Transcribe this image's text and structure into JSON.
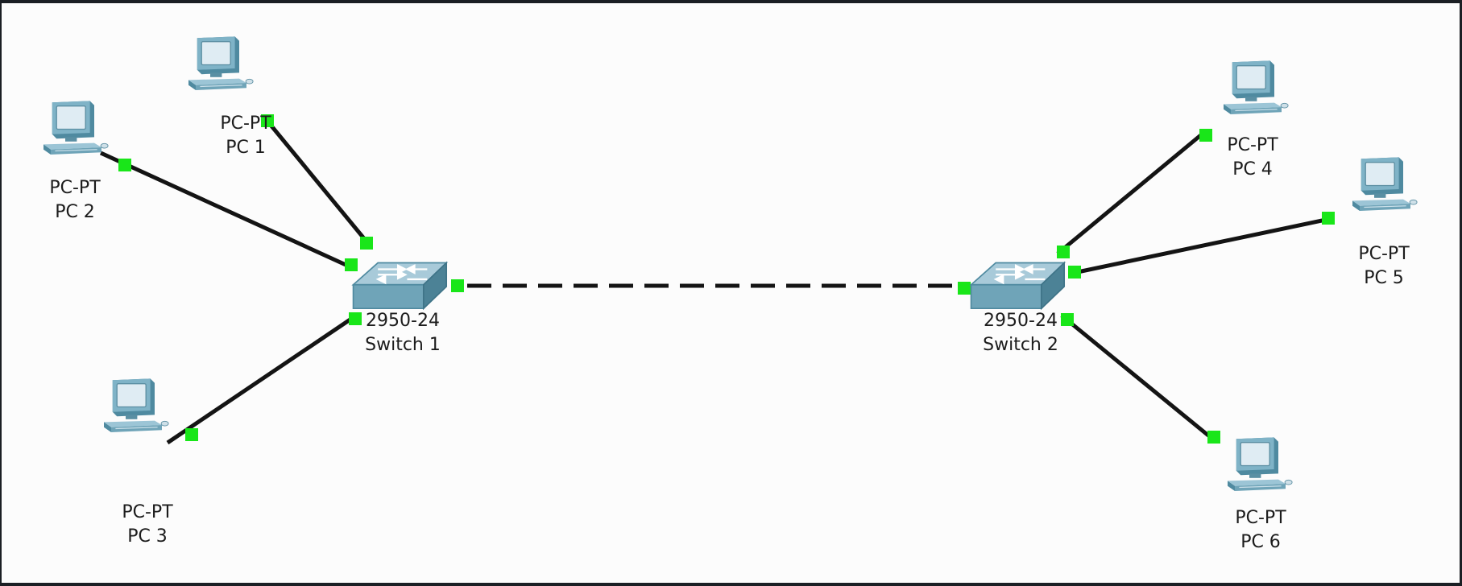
{
  "colors": {
    "canvas": "#fcfcfc",
    "frame": "#1b1f24",
    "cable": "#141414",
    "link_light": "#19e619",
    "device_body": "#6fa4b8",
    "device_screen": "#dfecf3"
  },
  "icons": {
    "pc": "pc-desktop-icon",
    "switch": "switch-icon"
  },
  "devices": [
    {
      "id": "pc1",
      "type": "pc",
      "model": "PC-PT",
      "name": "PC 1"
    },
    {
      "id": "pc2",
      "type": "pc",
      "model": "PC-PT",
      "name": "PC 2"
    },
    {
      "id": "pc3",
      "type": "pc",
      "model": "PC-PT",
      "name": "PC 3"
    },
    {
      "id": "sw1",
      "type": "switch",
      "model": "2950-24",
      "name": "Switch 1"
    },
    {
      "id": "sw2",
      "type": "switch",
      "model": "2950-24",
      "name": "Switch 2"
    },
    {
      "id": "pc4",
      "type": "pc",
      "model": "PC-PT",
      "name": "PC 4"
    },
    {
      "id": "pc5",
      "type": "pc",
      "model": "PC-PT",
      "name": "PC 5"
    },
    {
      "id": "pc6",
      "type": "pc",
      "model": "PC-PT",
      "name": "PC 6"
    }
  ],
  "links": [
    {
      "from": "pc1",
      "to": "sw1",
      "style": "solid"
    },
    {
      "from": "pc2",
      "to": "sw1",
      "style": "solid"
    },
    {
      "from": "pc3",
      "to": "sw1",
      "style": "solid"
    },
    {
      "from": "sw1",
      "to": "sw2",
      "style": "dashed"
    },
    {
      "from": "pc4",
      "to": "sw2",
      "style": "solid"
    },
    {
      "from": "pc5",
      "to": "sw2",
      "style": "solid"
    },
    {
      "from": "pc6",
      "to": "sw2",
      "style": "solid"
    }
  ]
}
